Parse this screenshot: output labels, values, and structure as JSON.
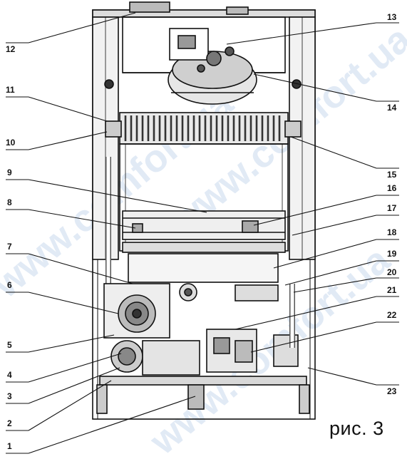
{
  "caption": "рис. 3",
  "watermark_text": "www.comfort.ua",
  "callouts_left": [
    "12",
    "11",
    "10",
    "9",
    "8",
    "7",
    "6",
    "5",
    "4",
    "3",
    "2",
    "1"
  ],
  "callouts_right": [
    "13",
    "14",
    "15",
    "16",
    "17",
    "18",
    "19",
    "20",
    "21",
    "22",
    "23"
  ],
  "colors": {
    "line": "#111111",
    "watermark": "#c9d9ee",
    "background": "#ffffff"
  }
}
